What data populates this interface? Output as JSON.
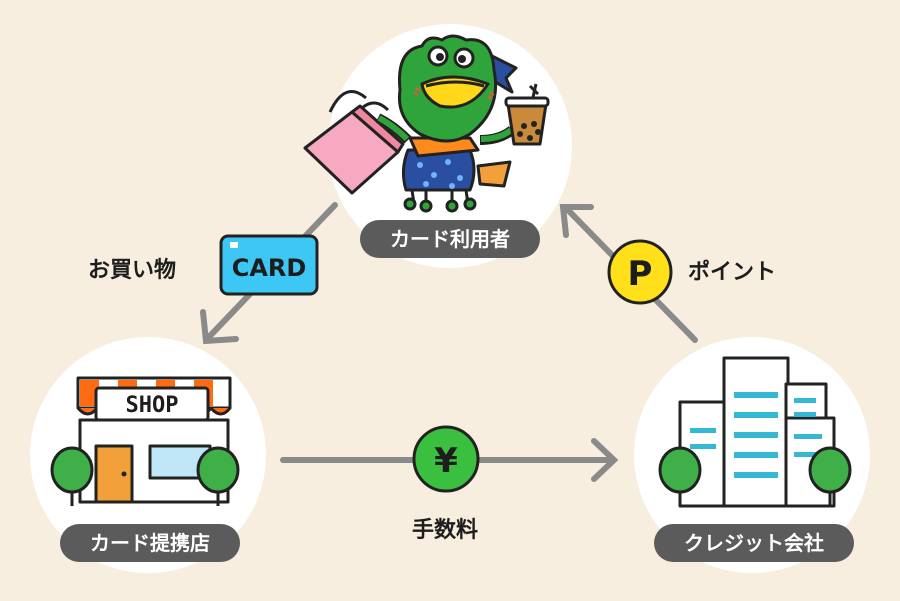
{
  "nodes": {
    "user": {
      "label": "カード利用者"
    },
    "shop": {
      "label": "カード提携店",
      "sign": "SHOP"
    },
    "company": {
      "label": "クレジット会社"
    }
  },
  "edges": {
    "shopping": {
      "label": "お買い物",
      "badge": "CARD"
    },
    "fee": {
      "label": "手数料",
      "badge": "¥"
    },
    "points": {
      "label": "ポイント",
      "badge": "P"
    }
  },
  "colors": {
    "background": "#f8eedf",
    "circle": "#ffffff",
    "pill": "#5b5b5b",
    "arrow": "#8a8a8a",
    "card": "#3cc7f4",
    "yen_badge": "#3bbf3e",
    "point_badge": "#ffe01a",
    "frog": "#2fa43a",
    "dress": "#2a4fa0",
    "bag": "#f6a9c1",
    "awning": "#ff6a13",
    "building_accent": "#35b8d6"
  }
}
